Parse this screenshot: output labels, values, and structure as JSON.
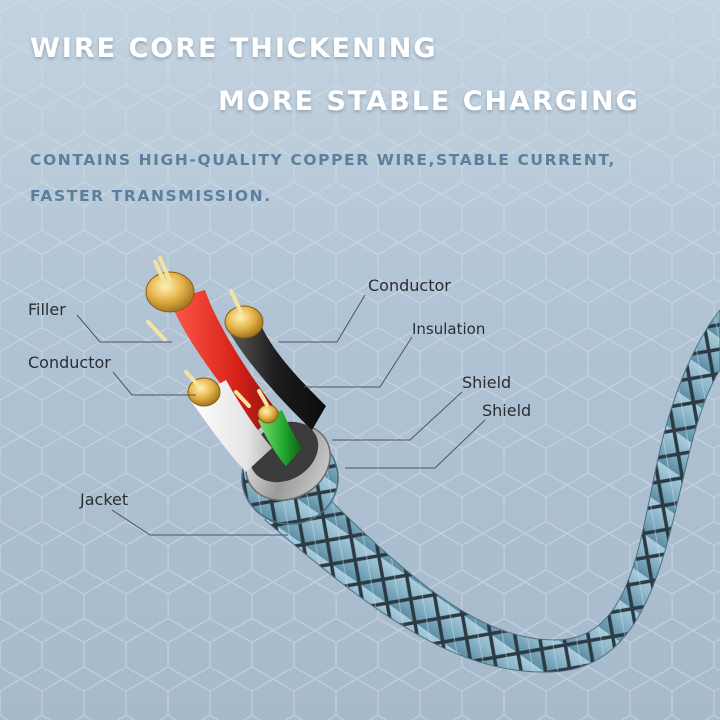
{
  "headline": {
    "line1": "WIRE CORE THICKENING",
    "line2": "MORE STABLE CHARGING"
  },
  "subheadline": {
    "line1": "CONTAINS HIGH-QUALITY COPPER WIRE,STABLE CURRENT,",
    "line2": "FASTER TRANSMISSION."
  },
  "labels": {
    "filler": "Filler",
    "conductor_left": "Conductor",
    "conductor_right": "Conductor",
    "insulation": "Insulation",
    "shield_1": "Shield",
    "shield_2": "Shield",
    "jacket": "Jacket"
  },
  "colors": {
    "background": "#b5c6d6",
    "headline": "#ffffff",
    "subheadline": "#5d7f9e",
    "braid": "#8fb6c8",
    "copper": "#e0b44a"
  }
}
